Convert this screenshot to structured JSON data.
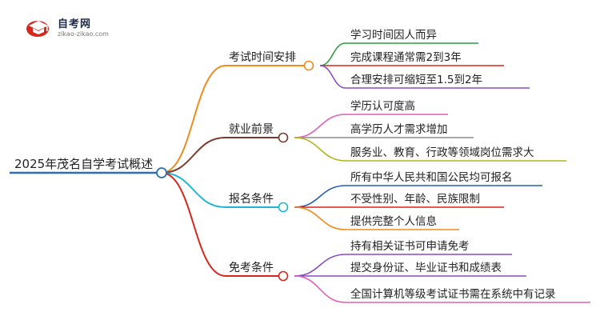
{
  "logo": {
    "title": "自考网",
    "subtitle": "zikao-zikao.com"
  },
  "root": {
    "label": "2025年茂名自学考试概述",
    "color": "#2f6fb0"
  },
  "branches": [
    {
      "label": "考试时间安排",
      "color": "#f08c1e",
      "children": [
        {
          "label": "学习时间因人而异",
          "color": "#2e9e3a"
        },
        {
          "label": "完成课程通常需2到3年",
          "color": "#d9261c"
        },
        {
          "label": "合理安排可缩短至1.5到2年",
          "color": "#8a4bbf"
        }
      ]
    },
    {
      "label": "就业前景",
      "color": "#7a3b2e",
      "children": [
        {
          "label": "学历认可度高",
          "color": "#e05fb8"
        },
        {
          "label": "高学历人才需求增加",
          "color": "#8c8c8c"
        },
        {
          "label": "服务业、教育、行政等领域岗位需求大",
          "color": "#b5b51e"
        }
      ]
    },
    {
      "label": "报名条件",
      "color": "#1fb3d6",
      "children": [
        {
          "label": "所有中华人民共和国公民均可报名",
          "color": "#1f5fb0"
        },
        {
          "label": "不受性别、年龄、民族限制",
          "color": "#d9261c"
        },
        {
          "label": "提供完整个人信息",
          "color": "#f08c1e"
        }
      ]
    },
    {
      "label": "免考条件",
      "color": "#d9261c",
      "children": [
        {
          "label": "持有相关证书可申请免考",
          "color": "#8a4bbf"
        },
        {
          "label": "提交身份证、毕业证书和成绩表",
          "color": "#8a4bbf"
        },
        {
          "label": "全国计算机等级考试证书需在系统中有记录",
          "color": "#e05fb8"
        }
      ]
    }
  ]
}
